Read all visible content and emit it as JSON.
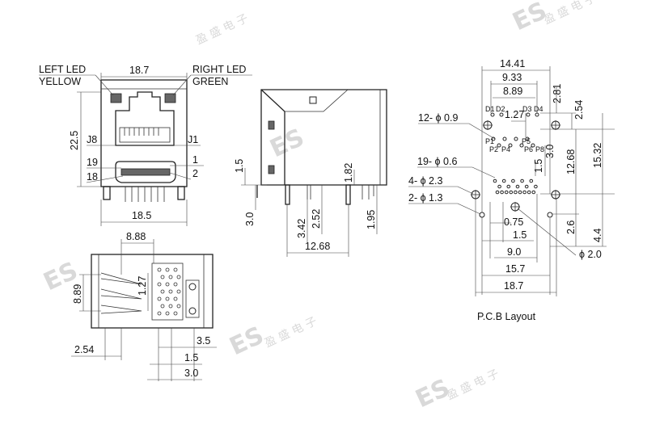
{
  "watermark": {
    "brand": "ES",
    "chinese": "盈 盛 电 子"
  },
  "front_view": {
    "left_led_label": "LEFT LED",
    "left_led_color": "YELLOW",
    "right_led_label": "RIGHT LED",
    "right_led_color": "GREEN",
    "top_width": "18.7",
    "height": "22.5",
    "bottom_width": "18.5",
    "j8": "J8",
    "j1": "J1",
    "pin_19": "19",
    "pin_18": "18",
    "pin_1": "1",
    "pin_2": "2"
  },
  "side_view": {
    "dim_1_5": "1.5",
    "dim_1_82": "1.82",
    "dim_3_0": "3.0",
    "dim_3_42": "3.42",
    "dim_2_52": "2.52",
    "dim_1_95": "1.95",
    "dim_12_68": "12.68"
  },
  "bottom_view": {
    "dim_8_88": "8.88",
    "dim_8_89": "8.89",
    "dim_1_27": "1.27",
    "dim_2_54": "2.54",
    "dim_3_5": "3.5",
    "dim_1_5": "1.5",
    "dim_3_0": "3.0"
  },
  "pcb_layout": {
    "title": "P.C.B Layout",
    "dim_14_41": "14.41",
    "dim_9_33": "9.33",
    "dim_8_89": "8.89",
    "dim_1_27": "1.27",
    "dim_2_81": "2.81",
    "dim_2_54": "2.54",
    "dim_12_68": "12.68",
    "dim_15_32": "15.32",
    "dim_1_5": "1.5",
    "dim_3_0": "3.0",
    "dim_2_6": "2.6",
    "dim_4_4": "4.4",
    "dim_0_75": "0.75",
    "dim_1_5b": "1.5",
    "dim_9_0": "9.0",
    "dim_15_7": "15.7",
    "dim_18_7": "18.7",
    "hole_12": "12- ϕ 0.9",
    "hole_19": "19- ϕ 0.6",
    "hole_4": "4- ϕ 2.3",
    "hole_2": "2- ϕ 1.3",
    "hole_d2": "ϕ 2.0",
    "led_pins": [
      "D1",
      "D2",
      "D3",
      "D4"
    ],
    "rj_pins": [
      "P1",
      "P2",
      "P4",
      "P5",
      "P6",
      "P8"
    ]
  }
}
